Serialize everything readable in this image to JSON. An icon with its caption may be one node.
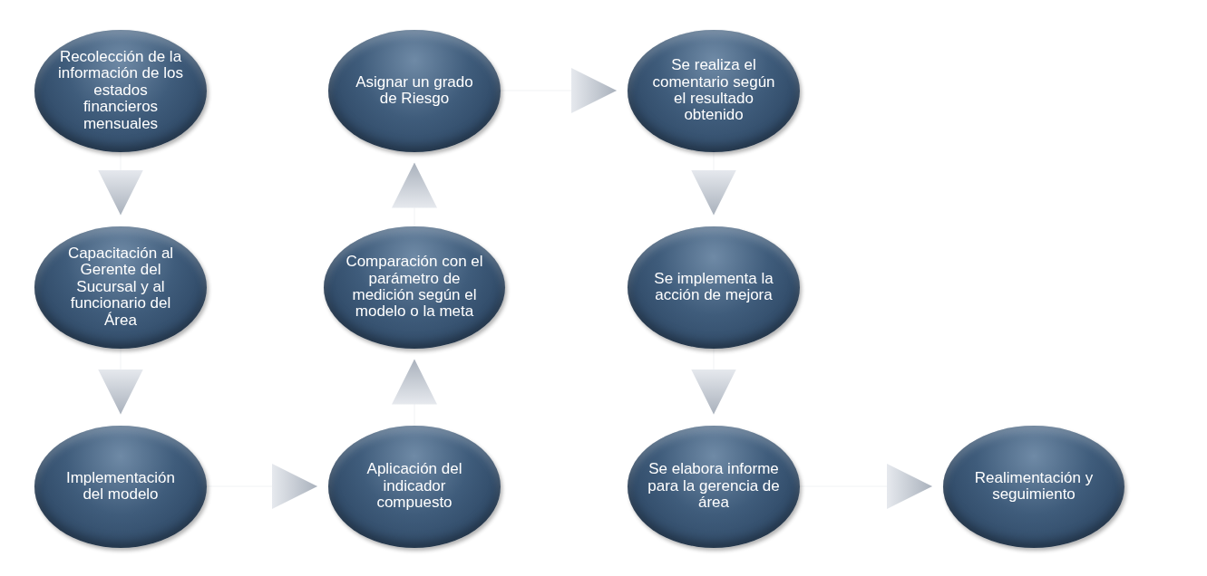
{
  "diagram": {
    "nodes": [
      {
        "text": [
          "Recolección de la información de los estados financieros mensuales"
        ]
      },
      {
        "text": [
          "Capacitación al Gerente del Sucursal y al funcionario del Área"
        ]
      },
      {
        "text": [
          "Implementación del modelo"
        ]
      },
      {
        "text": [
          "Aplicación del indicador compuesto"
        ]
      },
      {
        "text": [
          "Comparación con el parámetro de medición según el modelo o la meta"
        ]
      },
      {
        "text": [
          "Asignar un grado de Riesgo"
        ]
      },
      {
        "text": [
          "Se realiza el comentario según el resultado obtenido"
        ]
      },
      {
        "text": [
          "Se implementa la acción de mejora"
        ]
      },
      {
        "text": [
          "Se elabora informe para la gerencia de área"
        ]
      },
      {
        "text": [
          "Realimentación y seguimiento"
        ]
      }
    ],
    "edges": [
      {
        "from": 0,
        "to": 1,
        "arrow": "to"
      },
      {
        "from": 1,
        "to": 2,
        "arrow": "to"
      },
      {
        "from": 2,
        "to": 3,
        "arrow": "to"
      },
      {
        "from": 3,
        "to": 4,
        "arrow": "to"
      },
      {
        "from": 4,
        "to": 5,
        "arrow": "to"
      },
      {
        "from": 5,
        "to": 6,
        "arrow": "to"
      },
      {
        "from": 6,
        "to": 7,
        "arrow": "to"
      },
      {
        "from": 7,
        "to": 8,
        "arrow": "to"
      },
      {
        "from": 8,
        "to": 9,
        "arrow": "to"
      }
    ]
  }
}
